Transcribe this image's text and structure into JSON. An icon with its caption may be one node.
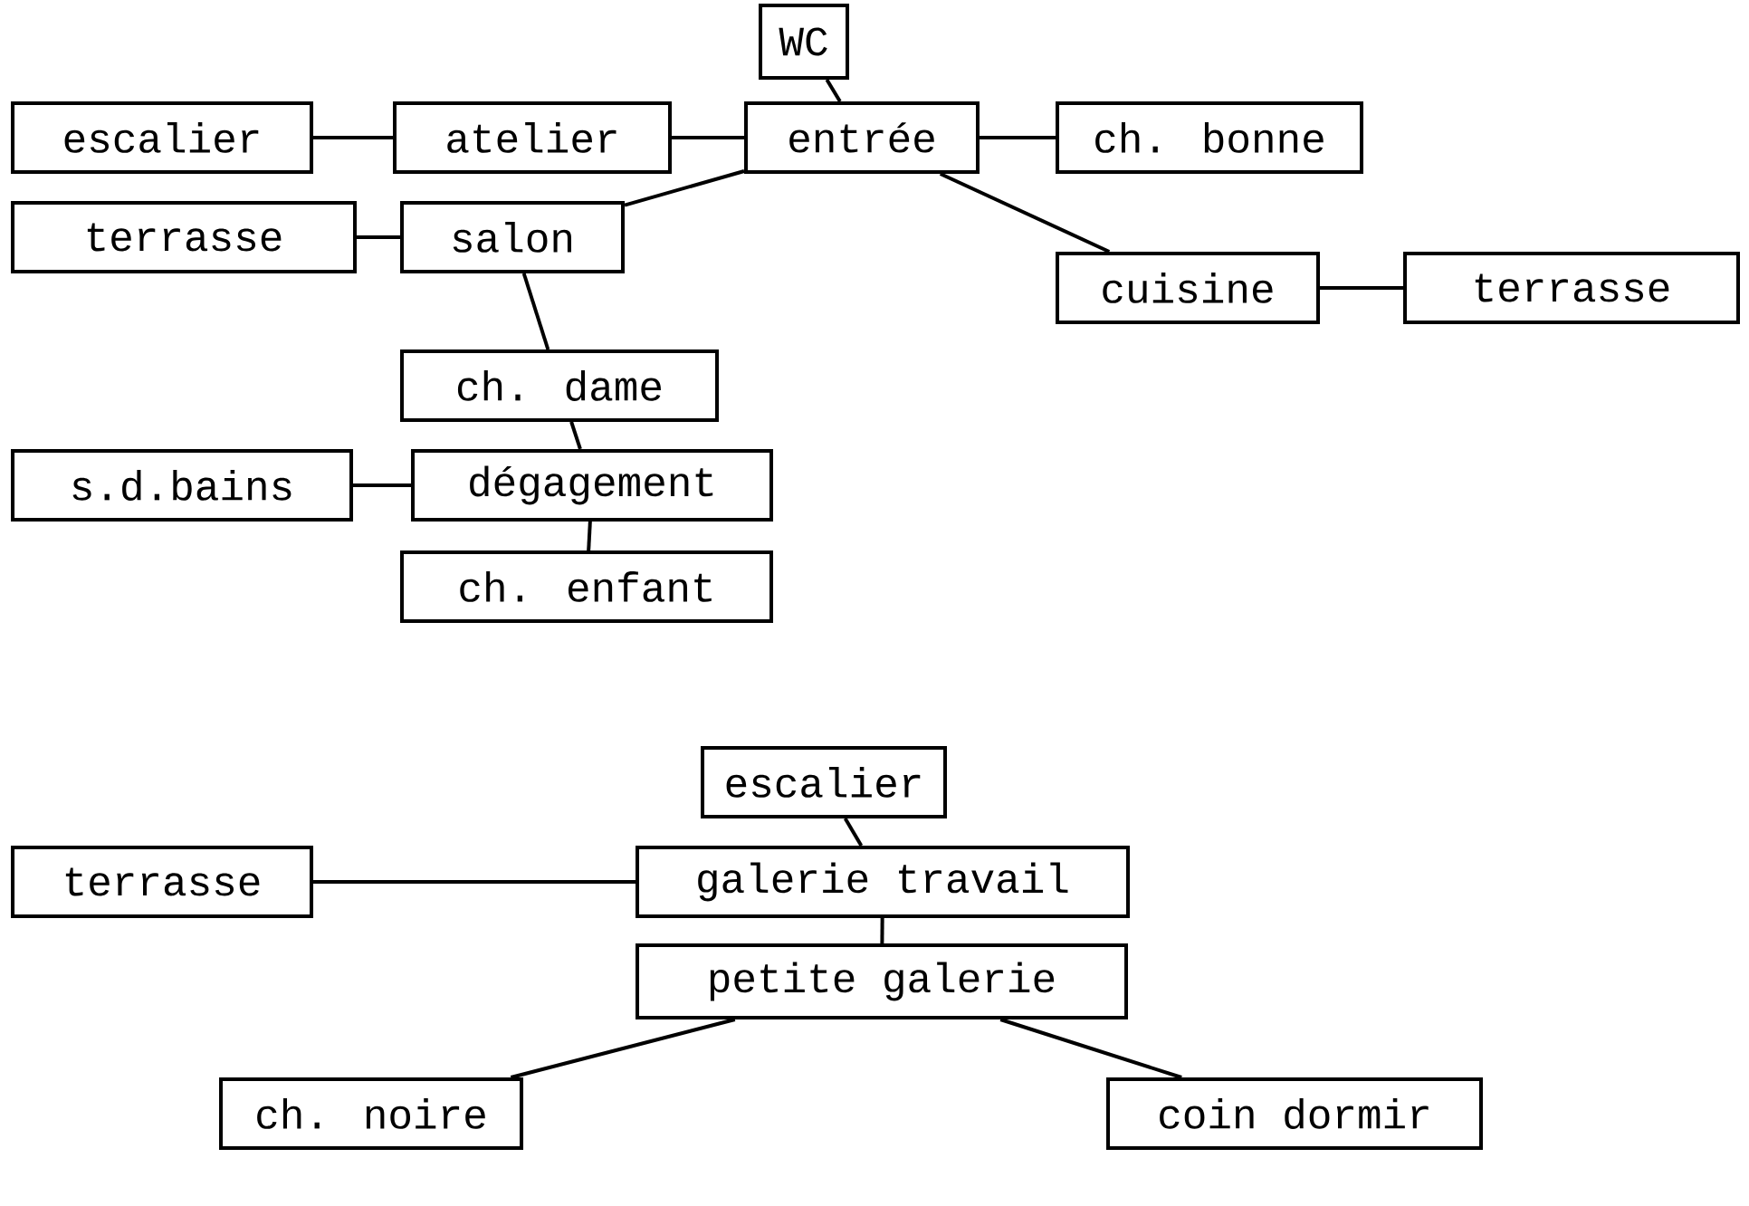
{
  "diagram": {
    "nodes": [
      {
        "text": [
          "WC"
        ]
      },
      {
        "text": [
          "escalier"
        ]
      },
      {
        "text": [
          "atelier"
        ]
      },
      {
        "text": [
          "entrée"
        ]
      },
      {
        "text": [
          "ch. bonne"
        ]
      },
      {
        "text": [
          "terrasse"
        ]
      },
      {
        "text": [
          "salon"
        ]
      },
      {
        "text": [
          "cuisine"
        ]
      },
      {
        "text": [
          "terrasse"
        ]
      },
      {
        "text": [
          "ch. dame"
        ]
      },
      {
        "text": [
          "s.d.bains"
        ]
      },
      {
        "text": [
          "dégagement"
        ]
      },
      {
        "text": [
          "ch. enfant"
        ]
      },
      {
        "text": [
          "escalier"
        ]
      },
      {
        "text": [
          "terrasse"
        ]
      },
      {
        "text": [
          "galerie travail"
        ]
      },
      {
        "text": [
          "petite galerie"
        ]
      },
      {
        "text": [
          "ch. noire"
        ]
      },
      {
        "text": [
          "coin dormir"
        ]
      }
    ],
    "edges": [
      {
        "from": 0,
        "to": 3,
        "arrow": "none"
      },
      {
        "from": 1,
        "to": 2,
        "arrow": "none"
      },
      {
        "from": 2,
        "to": 3,
        "arrow": "none"
      },
      {
        "from": 3,
        "to": 4,
        "arrow": "none"
      },
      {
        "from": 5,
        "to": 6,
        "arrow": "none"
      },
      {
        "from": 6,
        "to": 3,
        "arrow": "none"
      },
      {
        "from": 3,
        "to": 7,
        "arrow": "none"
      },
      {
        "from": 7,
        "to": 8,
        "arrow": "none"
      },
      {
        "from": 6,
        "to": 9,
        "arrow": "none"
      },
      {
        "from": 10,
        "to": 11,
        "arrow": "none"
      },
      {
        "from": 9,
        "to": 11,
        "arrow": "none"
      },
      {
        "from": 11,
        "to": 12,
        "arrow": "none"
      },
      {
        "from": 13,
        "to": 15,
        "arrow": "none"
      },
      {
        "from": 14,
        "to": 15,
        "arrow": "none"
      },
      {
        "from": 15,
        "to": 16,
        "arrow": "none"
      },
      {
        "from": 16,
        "to": 17,
        "arrow": "none"
      },
      {
        "from": 16,
        "to": 18,
        "arrow": "none"
      }
    ]
  }
}
